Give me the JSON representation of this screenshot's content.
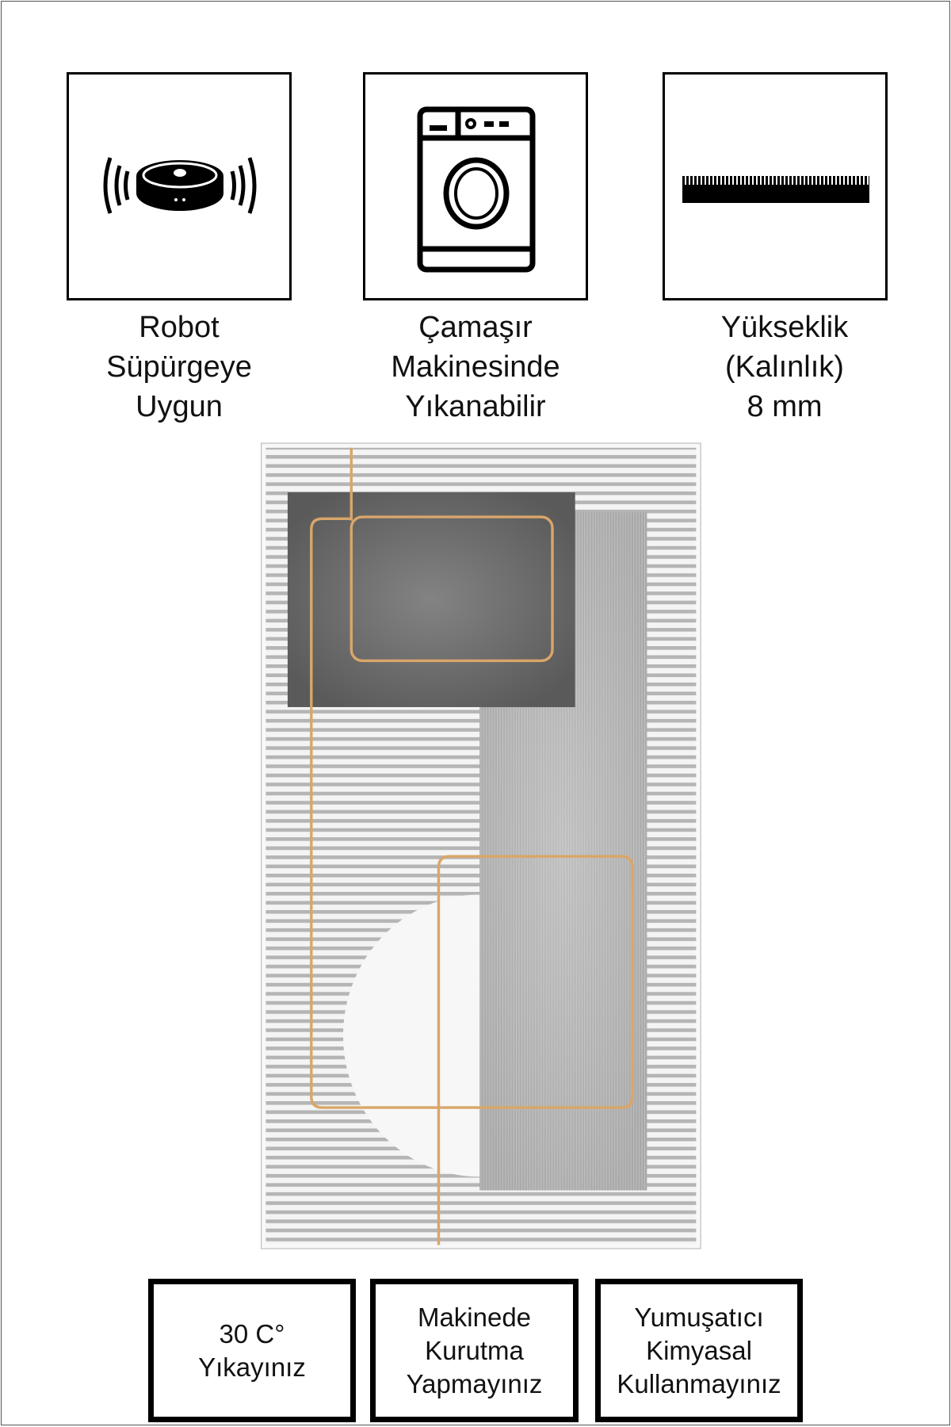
{
  "features": [
    {
      "icon": "robot-vacuum-icon",
      "lines": [
        "Robot",
        "Süpürgeye",
        "Uygun"
      ]
    },
    {
      "icon": "washing-machine-icon",
      "lines": [
        "Çamaşır",
        "Makinesinde",
        "Yıkanabilir"
      ]
    },
    {
      "icon": "pile-height-icon",
      "lines": [
        "Yükseklik",
        "(Kalınlık)",
        "8 mm"
      ]
    }
  ],
  "care": [
    {
      "lines": [
        "30 C°",
        "Yıkayınız"
      ]
    },
    {
      "lines": [
        "Makinede",
        "Kurutma",
        "Yapmayınız"
      ]
    },
    {
      "lines": [
        "Yumuşatıcı",
        "Kimyasal",
        "Kullanmayınız"
      ]
    }
  ],
  "colors": {
    "gold": "#d9a66a",
    "dark_gray": "#555555",
    "light_gray": "#a8a8a8",
    "stripe": "#b5b5b5"
  }
}
